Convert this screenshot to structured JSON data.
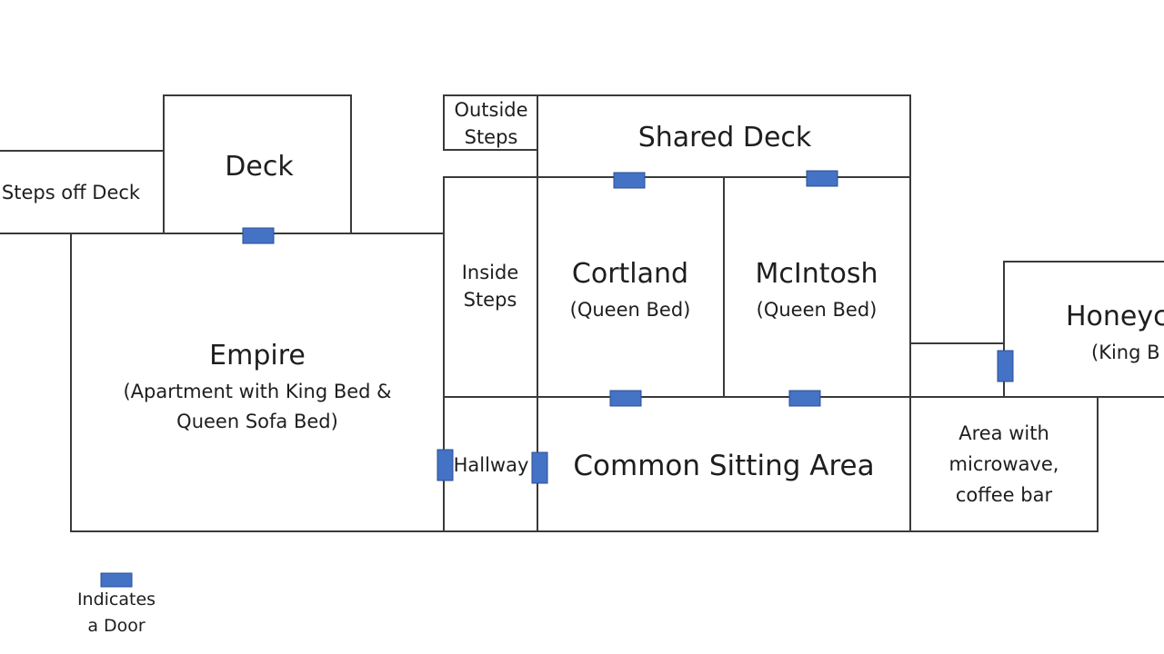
{
  "colors": {
    "wall": "#3a3a3a",
    "door": "#4472c4",
    "text": "#1e1e1e",
    "background": "#ffffff"
  },
  "rooms": {
    "steps_off_deck": {
      "label": "Steps off Deck"
    },
    "deck": {
      "label": "Deck"
    },
    "empire": {
      "label": "Empire",
      "line1": "(Apartment with King Bed &",
      "line2": "Queen Sofa Bed)"
    },
    "outside_steps": {
      "line1": "Outside",
      "line2": "Steps"
    },
    "shared_deck": {
      "label": "Shared Deck"
    },
    "inside_steps": {
      "line1": "Inside",
      "line2": "Steps"
    },
    "cortland": {
      "label": "Cortland",
      "detail": "(Queen Bed)"
    },
    "mcintosh": {
      "label": "McIntosh",
      "detail": "(Queen Bed)"
    },
    "honeycrisp": {
      "label": "Honeyc",
      "detail": "(King B"
    },
    "hallway": {
      "label": "Hallway"
    },
    "common_sitting_area": {
      "label": "Common Sitting Area"
    },
    "microwave_area": {
      "line1": "Area with",
      "line2": "microwave,",
      "line3": "coffee bar"
    }
  },
  "legend": {
    "line1": "Indicates",
    "line2": "a Door"
  }
}
